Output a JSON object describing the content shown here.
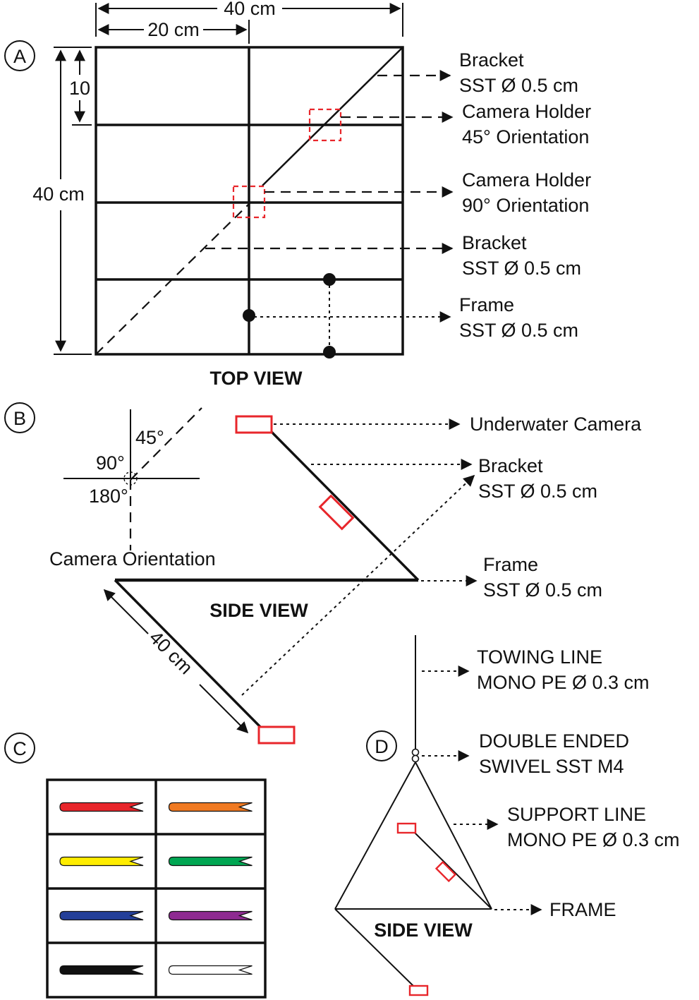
{
  "panels": {
    "a": "A",
    "b": "B",
    "c": "C",
    "d": "D"
  },
  "top_view": {
    "title": "TOP VIEW",
    "dim_width": "40 cm",
    "dim_half": "20 cm",
    "dim_height": "40 cm",
    "dim_spacing": "10",
    "callouts": [
      {
        "line1": "Bracket",
        "line2": "SST Ø 0.5 cm"
      },
      {
        "line1": "Camera Holder",
        "line2": "45° Orientation"
      },
      {
        "line1": "Camera Holder",
        "line2": "90° Orientation"
      },
      {
        "line1": "Bracket",
        "line2": "SST Ø 0.5 cm"
      },
      {
        "line1": "Frame",
        "line2": "SST Ø 0.5 cm"
      }
    ]
  },
  "side_view_b": {
    "title": "SIDE VIEW",
    "orientation_caption": "Camera Orientation",
    "angle_45": "45°",
    "angle_90": "90°",
    "angle_180": "180°",
    "dim_length": "40 cm",
    "callouts": [
      {
        "line1": "Underwater Camera",
        "line2": ""
      },
      {
        "line1": "Bracket",
        "line2": "SST Ø 0.5 cm"
      },
      {
        "line1": "Frame",
        "line2": "SST Ø 0.5 cm"
      }
    ]
  },
  "streamers": {
    "colors": [
      "#e8262b",
      "#f07a22",
      "#ffed00",
      "#00a652",
      "#243f99",
      "#8e2a91",
      "#111111",
      "#ffffff"
    ]
  },
  "side_view_d": {
    "title": "SIDE VIEW",
    "callouts": [
      {
        "line1": "TOWING LINE",
        "line2": "MONO PE Ø 0.3 cm"
      },
      {
        "line1": "DOUBLE ENDED",
        "line2": "SWIVEL SST M4"
      },
      {
        "line1": "SUPPORT LINE",
        "line2": "MONO PE Ø 0.3 cm"
      },
      {
        "line1": "FRAME",
        "line2": ""
      }
    ]
  }
}
